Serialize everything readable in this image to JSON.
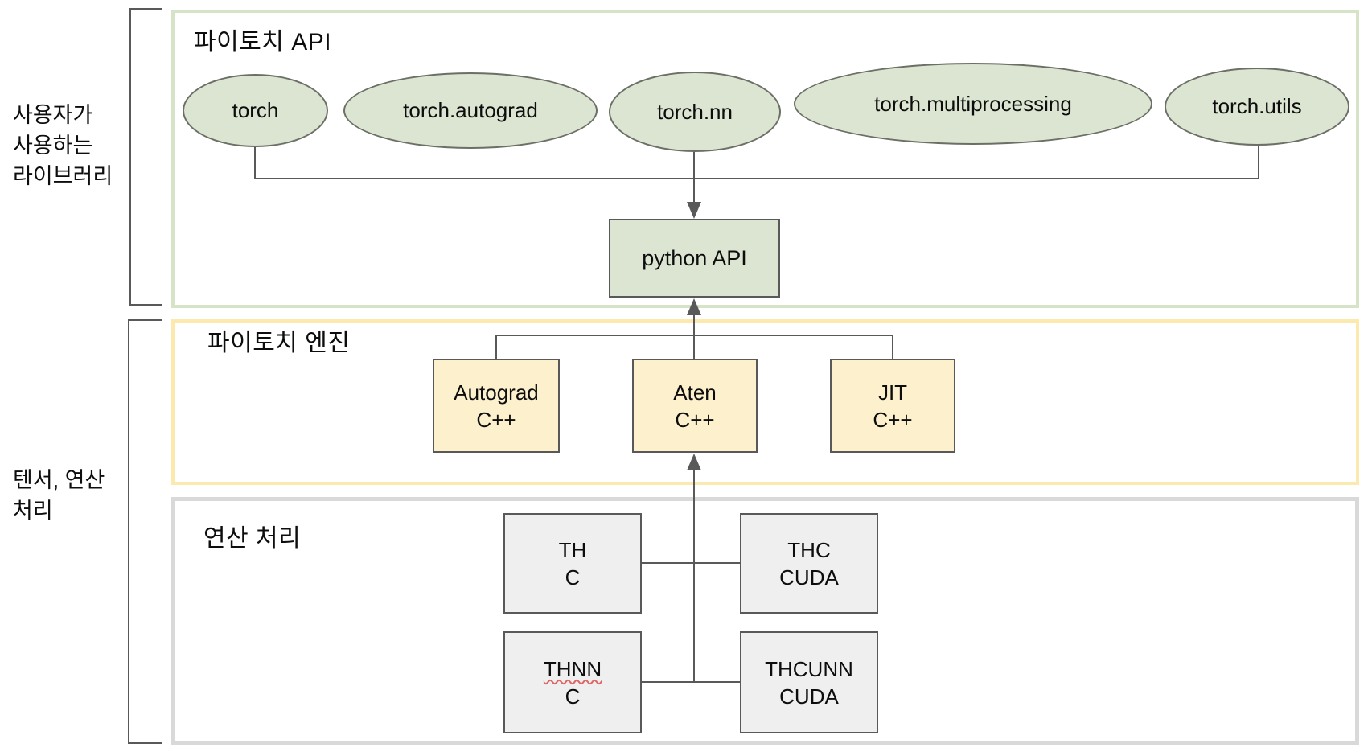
{
  "diagram": {
    "side_labels": {
      "user_libraries": {
        "line1": "사용자가",
        "line2": "사용하는",
        "line3": "라이브러리"
      },
      "tensor_compute": {
        "line1": "텐서, 연산",
        "line2": "처리"
      }
    },
    "api_section": {
      "title": "파이토치 API",
      "modules": [
        "torch",
        "torch.autograd",
        "torch.nn",
        "torch.multiprocessing",
        "torch.utils"
      ],
      "python_api_label": "python API"
    },
    "engine_section": {
      "title": "파이토치 엔진",
      "components": [
        {
          "name": "Autograd",
          "lang": "C++"
        },
        {
          "name": "Aten",
          "lang": "C++"
        },
        {
          "name": "JIT",
          "lang": "C++"
        }
      ]
    },
    "compute_section": {
      "title": "연산 처리",
      "components": [
        {
          "name": "TH",
          "lang": "C"
        },
        {
          "name": "THC",
          "lang": "CUDA"
        },
        {
          "name": "THNN",
          "lang": "C"
        },
        {
          "name": "THCUNN",
          "lang": "CUDA"
        }
      ]
    },
    "colors": {
      "module_fill": "#dbe5d1",
      "engine_fill": "#fdf0cc",
      "compute_fill": "#efefef",
      "api_section_border": "#d5e3c6",
      "engine_section_border": "#fbe9ae",
      "compute_section_border": "#d9d9d9",
      "connector": "#595959",
      "spellcheck_underline": "#e06666"
    }
  }
}
